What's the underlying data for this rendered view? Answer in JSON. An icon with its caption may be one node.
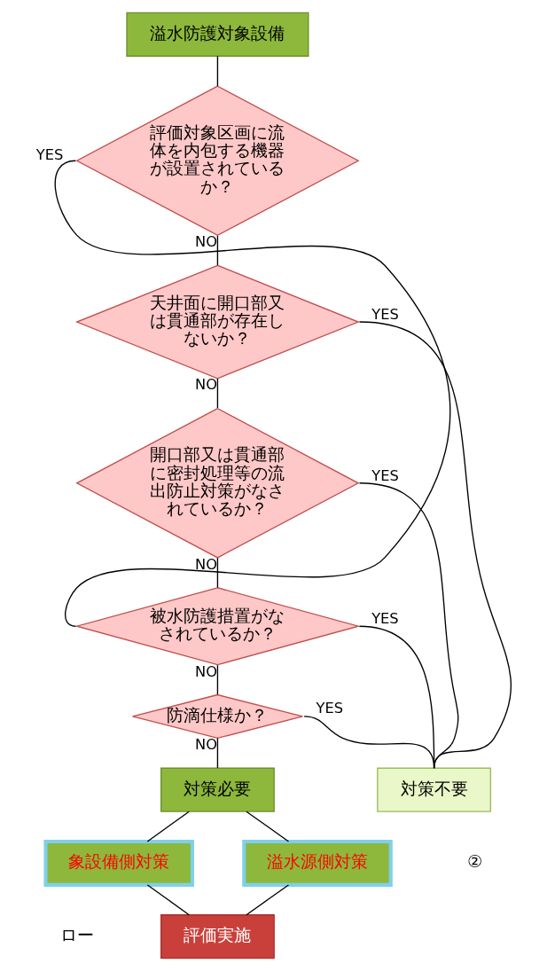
{
  "diagram": {
    "nodes": [
      {
        "text": [
          "溢水防護対象設備"
        ]
      },
      {
        "text": [
          "評価対象区画に流体を内包する機器が設置されているか？"
        ]
      },
      {
        "text": [
          "天井面に開口部又は貫通部が存在しないか？"
        ]
      },
      {
        "text": [
          "開口部又は貫通部に密封処理等の流出防止対策がなされているか？"
        ]
      },
      {
        "text": [
          "被水防護措置がなされているか？"
        ]
      },
      {
        "text": [
          "防滴仕様か？"
        ]
      },
      {
        "text": [
          "対策必要"
        ]
      },
      {
        "text": [
          "対策不要"
        ]
      },
      {
        "text": [
          "象設備側対策"
        ]
      },
      {
        "text": [
          "溢水源側対策"
        ]
      },
      {
        "text": [
          "評価実施"
        ]
      }
    ],
    "edges": [
      {
        "from": 0,
        "to": 1,
        "arrow": "none"
      },
      {
        "from": 1,
        "to": 2,
        "label": "NO",
        "arrow": "none"
      },
      {
        "from": 1,
        "to": 4,
        "label": "YES",
        "arrow": "none"
      },
      {
        "from": 2,
        "to": 7,
        "label": "YES",
        "arrow": "none"
      },
      {
        "from": 2,
        "to": 3,
        "label": "NO",
        "arrow": "none"
      },
      {
        "from": 3,
        "to": 7,
        "label": "YES",
        "arrow": "none"
      },
      {
        "from": 3,
        "to": 4,
        "label": "NO",
        "arrow": "none"
      },
      {
        "from": 4,
        "to": 7,
        "label": "YES",
        "arrow": "none"
      },
      {
        "from": 4,
        "to": 5,
        "label": "NO",
        "arrow": "none"
      },
      {
        "from": 5,
        "to": 7,
        "label": "YES",
        "arrow": "none"
      },
      {
        "from": 5,
        "to": 6,
        "label": "NO",
        "arrow": "none"
      },
      {
        "from": 6,
        "to": 8,
        "arrow": "none"
      },
      {
        "from": 6,
        "to": 9,
        "arrow": "none"
      },
      {
        "from": 8,
        "to": 10,
        "arrow": "none"
      },
      {
        "from": 9,
        "to": 10,
        "arrow": "none"
      }
    ],
    "labels": [
      "②",
      "ロー"
    ]
  }
}
